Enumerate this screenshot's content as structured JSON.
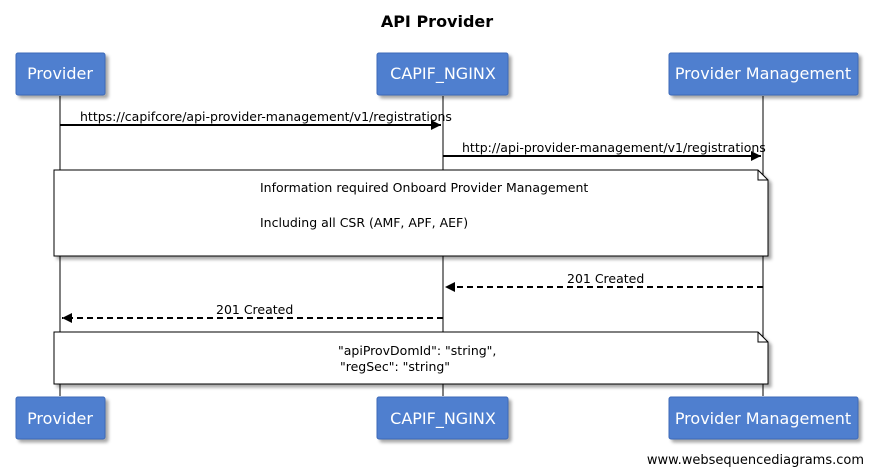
{
  "title": "API Provider",
  "actors": [
    {
      "label": "Provider"
    },
    {
      "label": "CAPIF_NGINX"
    },
    {
      "label": "Provider Management"
    }
  ],
  "messages": [
    {
      "text": "https://capifcore/api-provider-management/v1/registrations",
      "from": "Provider",
      "to": "CAPIF_NGINX",
      "style": "solid"
    },
    {
      "text": "http://api-provider-management/v1/registrations",
      "from": "CAPIF_NGINX",
      "to": "Provider Management",
      "style": "solid"
    },
    {
      "text": "201 Created",
      "from": "Provider Management",
      "to": "CAPIF_NGINX",
      "style": "dashed"
    },
    {
      "text": "201 Created",
      "from": "CAPIF_NGINX",
      "to": "Provider",
      "style": "dashed"
    }
  ],
  "notes": [
    {
      "lines": [
        "Information required Onboard Provider Management",
        "",
        "Including all CSR (AMF, APF, AEF)"
      ]
    },
    {
      "lines": [
        "\"apiProvDomId\": \"string\",",
        "\"regSec\": \"string\""
      ]
    }
  ],
  "colors": {
    "actor_fill": "#4f7fcf",
    "actor_border": "#3d6ab8",
    "line": "#000000"
  },
  "footer": "www.websequencediagrams.com"
}
